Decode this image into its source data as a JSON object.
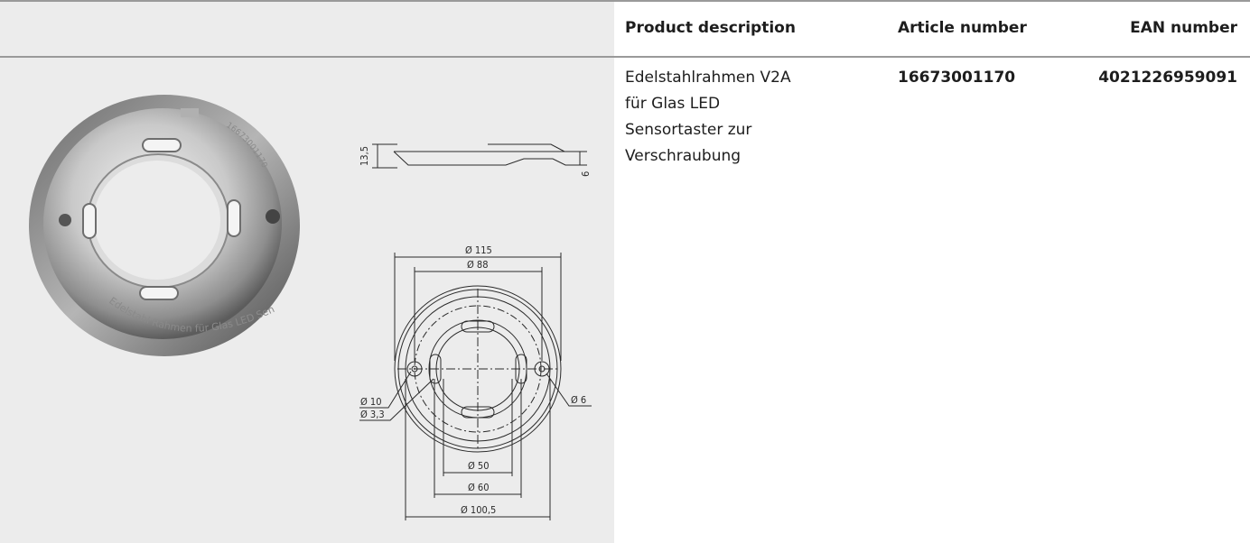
{
  "table": {
    "headers": {
      "product_description": "Product description",
      "article_number": "Article number",
      "ean_number": "EAN number"
    },
    "rows": [
      {
        "description_lines": [
          "Edelstahlrahmen V2A",
          "für Glas LED",
          "Sensortaster zur",
          "Verschraubung"
        ],
        "article_number": "16673001170",
        "ean_number": "4021226959091"
      }
    ]
  },
  "product_photo": {
    "engraving": "Edelstahl Rahmen für Glas LED Sensortaster",
    "part_code": "16673001170"
  },
  "technical_drawing": {
    "side_view": {
      "height_total": "13,5",
      "height_part": "6"
    },
    "top_view": {
      "dia_outer": "Ø 115",
      "dia_slots": "Ø 88",
      "dia_hole_outer": "Ø 10",
      "dia_hole_inner": "Ø 3,3",
      "dia_hole_right": "Ø 6",
      "dia_inner": "Ø 50",
      "dia_recess": "Ø 60",
      "dia_frame": "Ø 100,5"
    }
  }
}
